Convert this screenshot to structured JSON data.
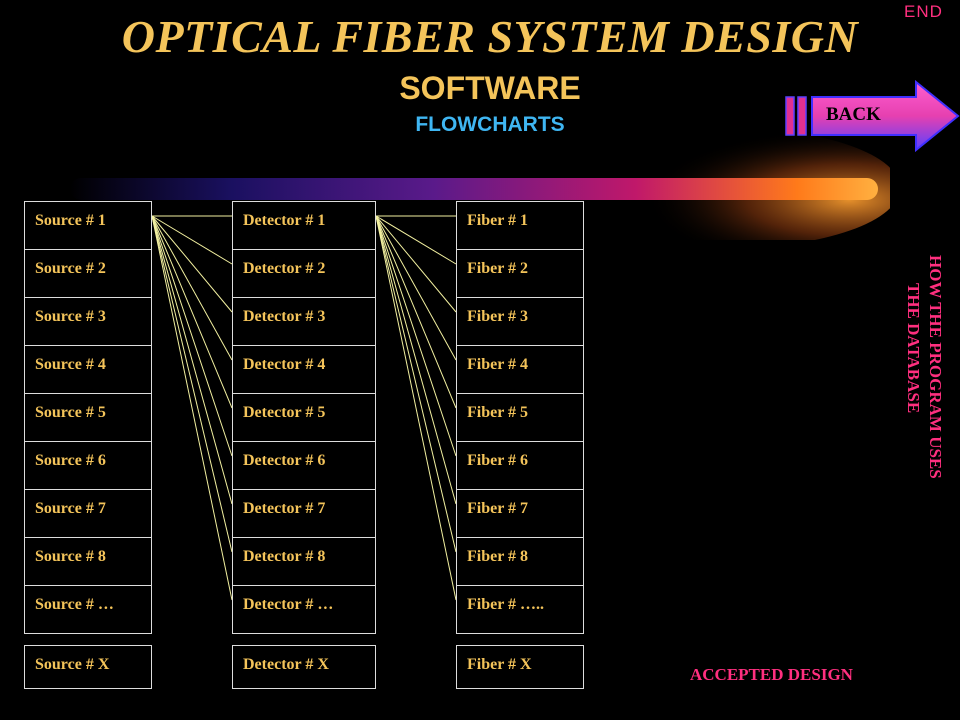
{
  "header": {
    "title": "OPTICAL FIBER SYSTEM DESIGN",
    "subtitle": "SOFTWARE",
    "section": "FLOWCHARTS"
  },
  "nav": {
    "end_label": "END",
    "back_label": "BACK"
  },
  "columns": [
    {
      "name": "sources",
      "items": [
        "Source # 1",
        "Source # 2",
        "Source # 3",
        "Source # 4",
        "Source # 5",
        "Source # 6",
        "Source # 7",
        "Source # 8",
        "Source # …"
      ],
      "last": "Source # X"
    },
    {
      "name": "detectors",
      "items": [
        "Detector # 1",
        "Detector # 2",
        "Detector # 3",
        "Detector # 4",
        "Detector # 5",
        "Detector # 6",
        "Detector # 7",
        "Detector # 8",
        "Detector # …"
      ],
      "last": "Detector # X"
    },
    {
      "name": "fibers",
      "items": [
        "Fiber # 1",
        "Fiber # 2",
        "Fiber # 3",
        "Fiber # 4",
        "Fiber # 5",
        "Fiber # 6",
        "Fiber # 7",
        "Fiber # 8",
        "Fiber # ….."
      ],
      "last": "Fiber # X"
    }
  ],
  "side_note": {
    "line1": "HOW THE PROGRAM USES",
    "line2": "THE DATABASE"
  },
  "footer": {
    "accepted": "ACCEPTED DESIGN"
  },
  "colors": {
    "title": "#f4c45a",
    "section": "#3fb6f2",
    "accent": "#ff2f7f",
    "connector": "#f2f0a0"
  }
}
